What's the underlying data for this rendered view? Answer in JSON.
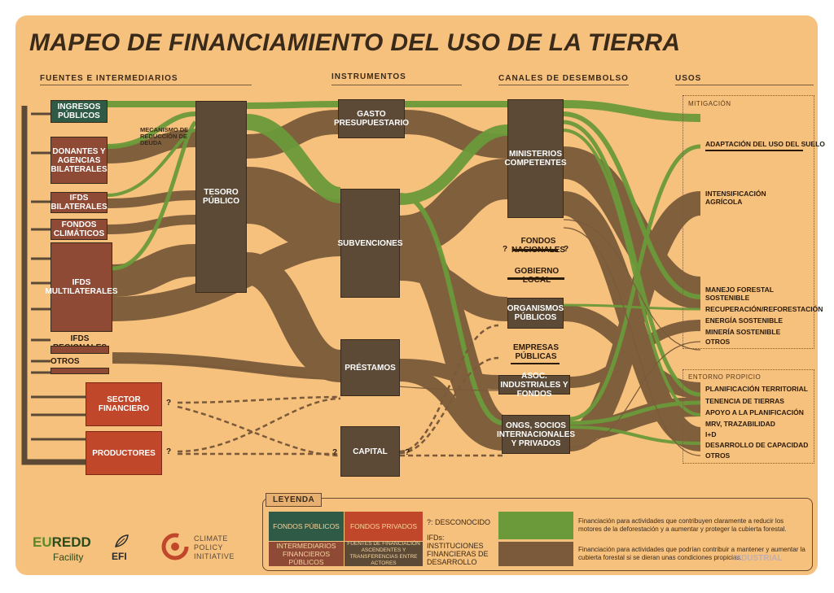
{
  "title": "MAPEO DE FINANCIAMIENTO DEL USO DE LA TIERRA",
  "columns": {
    "sources": "FUENTES E INTERMEDIARIOS",
    "instruments": "INSTRUMENTOS",
    "channels": "CANALES DE DESEMBOLSO",
    "uses": "USOS"
  },
  "sources": {
    "ingresos": "INGRESOS PÚBLICOS",
    "donantes": "DONANTES Y AGENCIAS BILATERALES",
    "ifd_bilaterales": "IFDs BILATERALES",
    "fondos_climaticos": "FONDOS CLIMÁTICOS",
    "ifd_multilaterales": "IFDs MULTILATERALES",
    "ifd_regionales": "IFDs REGIONALES",
    "otros": "OTROS",
    "sector_financiero": "SECTOR FINANCIERO",
    "productores": "PRODUCTORES",
    "tesoro": "TESORO PÚBLICO",
    "mecanismo": "MECANISMO DE REDUCCIÓN DE DEUDA"
  },
  "instruments": {
    "gasto": "GASTO PRESUPUESTARIO",
    "subvenciones": "SUBVENCIONES",
    "prestamos": "PRÉSTAMOS",
    "capital": "CAPITAL"
  },
  "channels": {
    "ministerios": "MINISTERIOS COMPETENTES",
    "fondos_nacionales": "FONDOS NACIONALES",
    "gobierno_local": "GOBIERNO LOCAL",
    "organismos": "ORGANISMOS PÚBLICOS",
    "empresas": "EMPRESAS PÚBLICAS",
    "asoc": "ASOC. INDUSTRIALES Y FONDOS",
    "ongs": "ONGs, SOCIOS INTERNACIONALES Y PRIVADOS"
  },
  "unknown_mark": "?",
  "uses": {
    "mitigacion_label": "MITIGACIÓN",
    "mitigacion": [
      "ADAPTACIÓN DEL USO DEL SUELO",
      "INTENSIFICACIÓN AGRÍCOLA",
      "MANEJO FORESTAL SOSTENIBLE",
      "RECUPERACIÓN/REFORESTACIÓN",
      "ENERGÍA SOSTENIBLE",
      "MINERÍA SOSTENIBLE",
      "OTROS"
    ],
    "entorno_label": "ENTORNO PROPICIO",
    "entorno": [
      "PLANIFICACIÓN TERRITORIAL",
      "TENENCIA DE TIERRAS",
      "APOYO A LA PLANIFICACIÓN",
      "MRV, TRAZABILIDAD",
      "I+D",
      "DESARROLLO DE CAPACIDAD",
      "OTROS"
    ]
  },
  "legend": {
    "title": "LEYENDA",
    "fondos_publicos": "FONDOS PÚBLICOS",
    "fondos_privados": "FONDOS PRIVADOS",
    "intermediarios": "INTERMEDIARIOS FINANCIEROS PÚBLICOS",
    "fuentes_transfer": "FUENTES DE FINANCIACIÓN ASCENDENTES Y TRANSFERENCIAS ENTRE ACTORES",
    "desconocido": "?: DESCONOCIDO",
    "ifds_def": "IFDs: INSTITUCIONES FINANCIERAS DE DESARROLLO",
    "green_text": "Financiación para actividades que contribuyen claramente a reducir los motores de la deforestación y a aumentar y proteger la cubierta forestal.",
    "brown_text": "Financiación para actividades que podrían contribuir a mantener y aumentar la cubierta forestal si se dieran unas condiciones propicias."
  },
  "logos": {
    "euredd_eu": "EU",
    "euredd_redd": "REDD",
    "euredd_facility": "Facility",
    "efi": "EFI",
    "cpi": "CLIMATE POLICY INITIATIVE",
    "watermark": "INDUSTRIAL"
  },
  "colors": {
    "background": "#f6c07d",
    "flow_brown": "#7a5a3a",
    "flow_green": "#6a9a3a",
    "public_funds": "#2f5a46",
    "private_funds": "#c0472a",
    "intermediaries": "#8e4a35",
    "dark_node": "#5c4a36"
  }
}
